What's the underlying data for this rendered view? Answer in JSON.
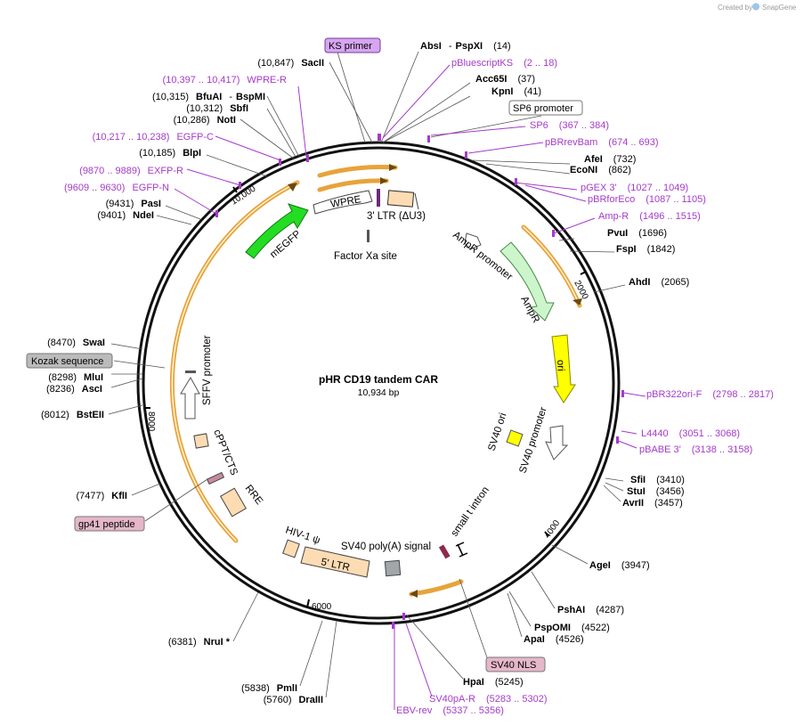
{
  "credit": "Created by",
  "app_name": "SnapGene",
  "plasmid": {
    "name": "pHR CD19 tandem CAR",
    "length_label": "10,934 bp"
  },
  "ticks": [
    {
      "label": "2000"
    },
    {
      "label": "4000"
    },
    {
      "label": "6000"
    },
    {
      "label": "8000"
    },
    {
      "label": "10,000"
    }
  ],
  "sites_right": [
    {
      "name": "AbsI",
      "extra": "PspXI",
      "sep": "-",
      "pos": "(14)"
    },
    {
      "name": "",
      "primer": "pBluescriptKS",
      "pos": "(2 .. 18)"
    },
    {
      "name": "Acc65I",
      "pos": "(37)"
    },
    {
      "name": "KpnI",
      "pos": "(41)"
    },
    {
      "name": "",
      "box": "SP6 promoter"
    },
    {
      "name": "",
      "primer": "SP6",
      "pos": "(367 .. 384)"
    },
    {
      "name": "",
      "primer": "pBRrevBam",
      "pos": "(674 .. 693)"
    },
    {
      "name": "AfeI",
      "pos": "(732)"
    },
    {
      "name": "EcoNI",
      "pos": "(862)"
    },
    {
      "name": "",
      "primer": "pGEX 3'",
      "pos": "(1027 .. 1049)"
    },
    {
      "name": "",
      "primer": "pBRforEco",
      "pos": "(1087 .. 1105)"
    },
    {
      "name": "",
      "primer": "Amp-R",
      "pos": "(1496 .. 1515)"
    },
    {
      "name": "PvuI",
      "pos": "(1696)"
    },
    {
      "name": "FspI",
      "pos": "(1842)"
    },
    {
      "name": "AhdI",
      "pos": "(2065)"
    },
    {
      "name": "",
      "primer": "pBR322ori-F",
      "pos": "(2798 .. 2817)"
    },
    {
      "name": "",
      "primer": "L4440",
      "pos": "(3051 .. 3068)"
    },
    {
      "name": "",
      "primer": "pBABE 3'",
      "pos": "(3138 .. 3158)"
    },
    {
      "name": "SfiI",
      "pos": "(3410)"
    },
    {
      "name": "StuI",
      "pos": "(3456)"
    },
    {
      "name": "AvrII",
      "pos": "(3457)"
    },
    {
      "name": "AgeI",
      "pos": "(3947)"
    },
    {
      "name": "PshAI",
      "pos": "(4287)"
    },
    {
      "name": "PspOMI",
      "pos": "(4522)"
    },
    {
      "name": "ApaI",
      "pos": "(4526)"
    },
    {
      "name": "",
      "box": "SV40 NLS"
    },
    {
      "name": "HpaI",
      "pos": "(5245)"
    },
    {
      "name": "",
      "primer": "SV40pA-R",
      "pos": "(5283 .. 5302)"
    },
    {
      "name": "",
      "primer": "EBV-rev",
      "pos": "(5337 .. 5356)"
    }
  ],
  "sites_left": [
    {
      "box": "KS primer"
    },
    {
      "name": "SacII",
      "pos": "(10,847)"
    },
    {
      "primer": "WPRE-R",
      "pos": "(10,397 .. 10,417)"
    },
    {
      "name": "BfuAI",
      "extra": "BspMI",
      "sep": "-",
      "pos": "(10,315)"
    },
    {
      "name": "SbfI",
      "pos": "(10,312)"
    },
    {
      "name": "NotI",
      "pos": "(10,286)"
    },
    {
      "primer": "EGFP-C",
      "pos": "(10,217 .. 10,238)"
    },
    {
      "name": "BlpI",
      "pos": "(10,185)"
    },
    {
      "primer": "EXFP-R",
      "pos": "(9870 .. 9889)"
    },
    {
      "primer": "EGFP-N",
      "pos": "(9609 .. 9630)"
    },
    {
      "name": "PasI",
      "pos": "(9431)"
    },
    {
      "name": "NdeI",
      "pos": "(9401)"
    },
    {
      "name": "SwaI",
      "pos": "(8470)"
    },
    {
      "box": "Kozak sequence"
    },
    {
      "name": "MluI",
      "pos": "(8298)"
    },
    {
      "name": "AscI",
      "pos": "(8236)"
    },
    {
      "name": "BstEII",
      "pos": "(8012)"
    },
    {
      "name": "KflI",
      "pos": "(7477)"
    },
    {
      "box": "gp41 peptide"
    },
    {
      "name": "NruI *",
      "pos": "(6381)"
    },
    {
      "name": "PmlI",
      "pos": "(5838)"
    },
    {
      "name": "DraIII",
      "pos": "(5760)"
    }
  ],
  "features": {
    "wpre": "WPRE",
    "ltr3": "3' LTR (ΔU3)",
    "megfp": "mEGFP",
    "factor_xa": "Factor Xa site",
    "ampr_promoter": "AmpR promoter",
    "ampr": "AmpR",
    "ori": "ori",
    "sv40_ori": "SV40 ori",
    "sv40_promoter": "SV40 promoter",
    "small_t": "small t intron",
    "sv40_polya": "SV40 poly(A) signal",
    "hiv_psi": "HIV-1 ψ",
    "ltr5": "5' LTR",
    "rre": "RRE",
    "cppt": "cPPT/CTS",
    "sffv": "SFFV promoter"
  },
  "colors": {
    "megfp": "#22dd22",
    "ampr": "#ccf5cc",
    "ori": "#ffff00",
    "ltr": "#fddcb3",
    "primer": "#a53acb",
    "orange_arrow": "#e8a33a",
    "box_primer": "#d6a6f0",
    "box_gray": "#bbbbbb",
    "box_pink": "#e5b7c8"
  }
}
